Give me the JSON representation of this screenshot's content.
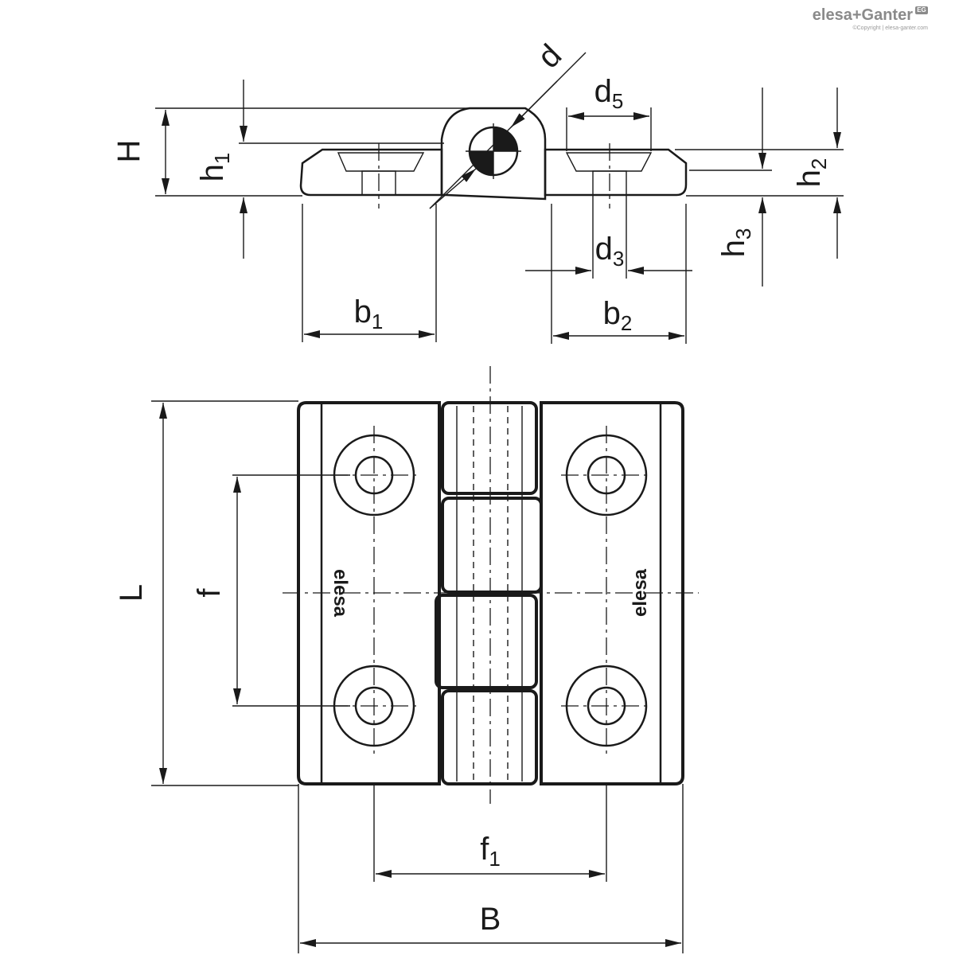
{
  "brand": {
    "logo_text": "elesa+Ganter",
    "badge": "EG",
    "copyright": "©Copyright | elesa-ganter.com"
  },
  "product_marking": "elesa",
  "dimensions": {
    "H": "H",
    "h1": {
      "main": "h",
      "sub": "1"
    },
    "h2": {
      "main": "h",
      "sub": "2"
    },
    "h3": {
      "main": "h",
      "sub": "3"
    },
    "d": "d",
    "d3": {
      "main": "d",
      "sub": "3"
    },
    "d5": {
      "main": "d",
      "sub": "5"
    },
    "b1": {
      "main": "b",
      "sub": "1"
    },
    "b2": {
      "main": "b",
      "sub": "2"
    },
    "L": "L",
    "f": "f",
    "f1": {
      "main": "f",
      "sub": "1"
    },
    "B": "B"
  }
}
